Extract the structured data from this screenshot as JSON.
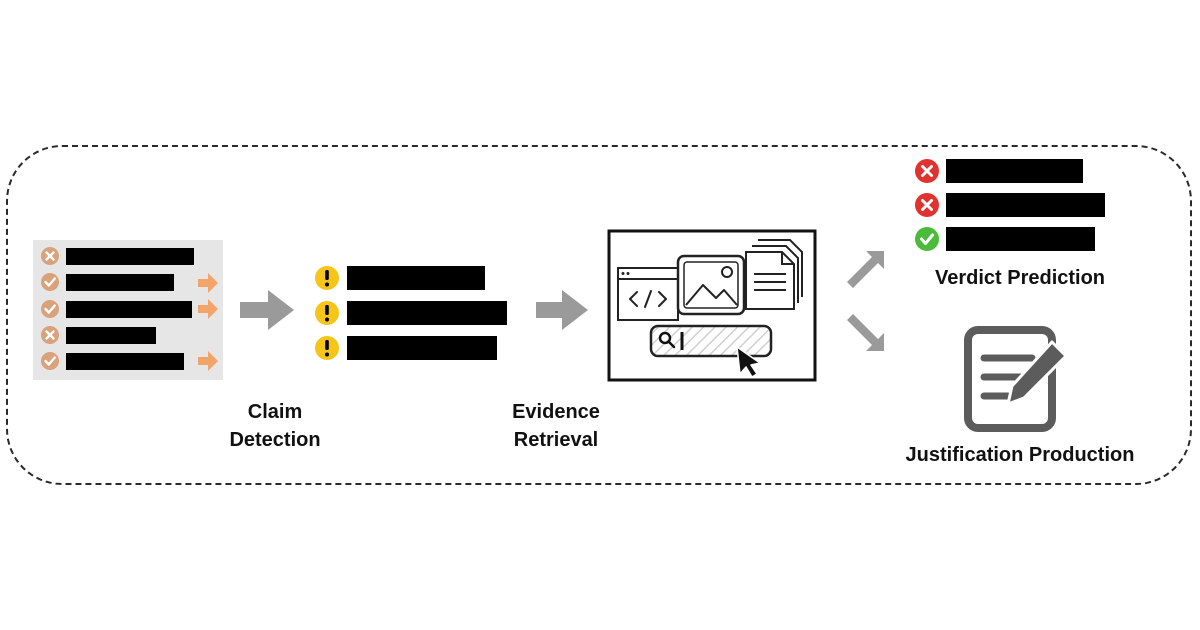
{
  "stages": {
    "claim_detection": {
      "label_line1": "Claim",
      "label_line2": "Detection"
    },
    "evidence_retrieval": {
      "label_line1": "Evidence",
      "label_line2": "Retrieval"
    },
    "verdict_prediction": {
      "label": "Verdict Prediction"
    },
    "justification_production": {
      "label": "Justification Production"
    }
  },
  "icons": {
    "input_list": [
      "x-circle-icon",
      "check-circle-icon",
      "check-circle-icon",
      "x-circle-icon",
      "check-circle-icon"
    ],
    "claims": [
      "exclamation-circle-icon",
      "exclamation-circle-icon",
      "exclamation-circle-icon"
    ],
    "verdicts": [
      "x-circle-icon",
      "x-circle-icon",
      "check-circle-icon"
    ],
    "retrieval": [
      "code-window-icon",
      "image-icon",
      "document-stack-icon",
      "search-icon",
      "cursor-icon"
    ],
    "justification": "edit-document-icon"
  },
  "colors": {
    "input_icons": "#d9a27a",
    "input_panel": "#e6e6e6",
    "input_arrows": "#f2a46a",
    "claim_icons": "#f5c518",
    "verdict_false": "#e0322f",
    "verdict_true": "#4cbb3b",
    "flow_arrows": "#9a9a9a",
    "redaction_bars": "#000000"
  }
}
